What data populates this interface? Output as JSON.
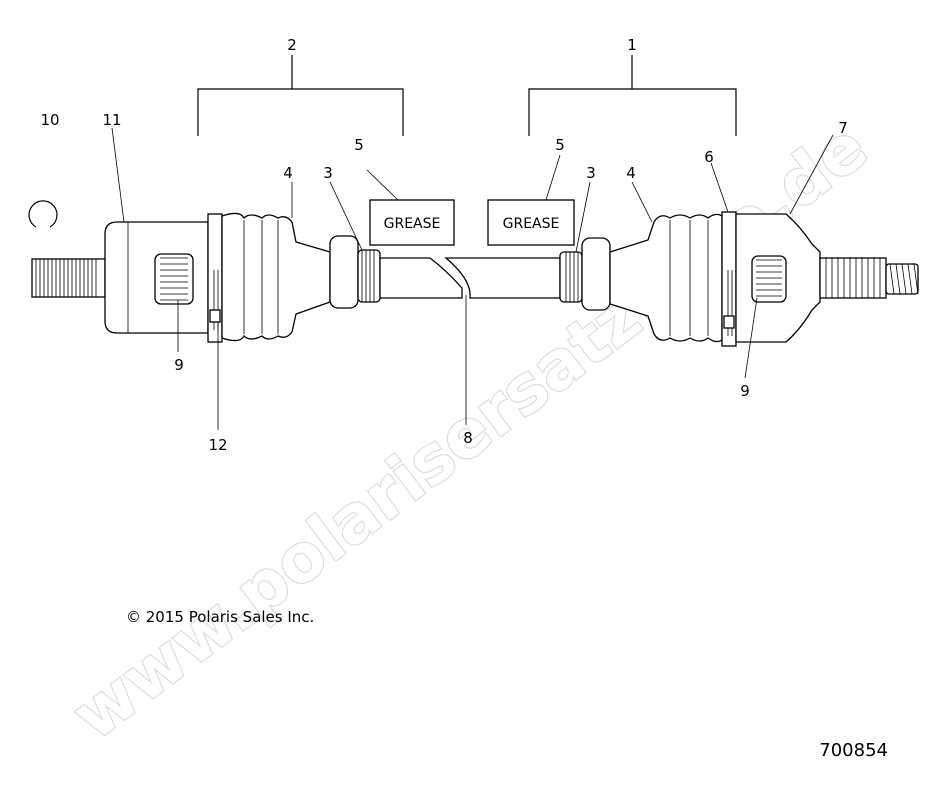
{
  "callouts": {
    "c1": "1",
    "c2": "2",
    "c3_left": "3",
    "c3_right": "3",
    "c4_left": "4",
    "c4_right": "4",
    "c5_left": "5",
    "c5_right": "5",
    "c6": "6",
    "c7": "7",
    "c8": "8",
    "c9_left": "9",
    "c9_right": "9",
    "c10": "10",
    "c11": "11",
    "c12": "12"
  },
  "labels": {
    "grease_left": "GREASE",
    "grease_right": "GREASE"
  },
  "copyright": "© 2015 Polaris Sales Inc.",
  "figure_number": "700854",
  "watermark": "www.polarisersatzteile.de"
}
